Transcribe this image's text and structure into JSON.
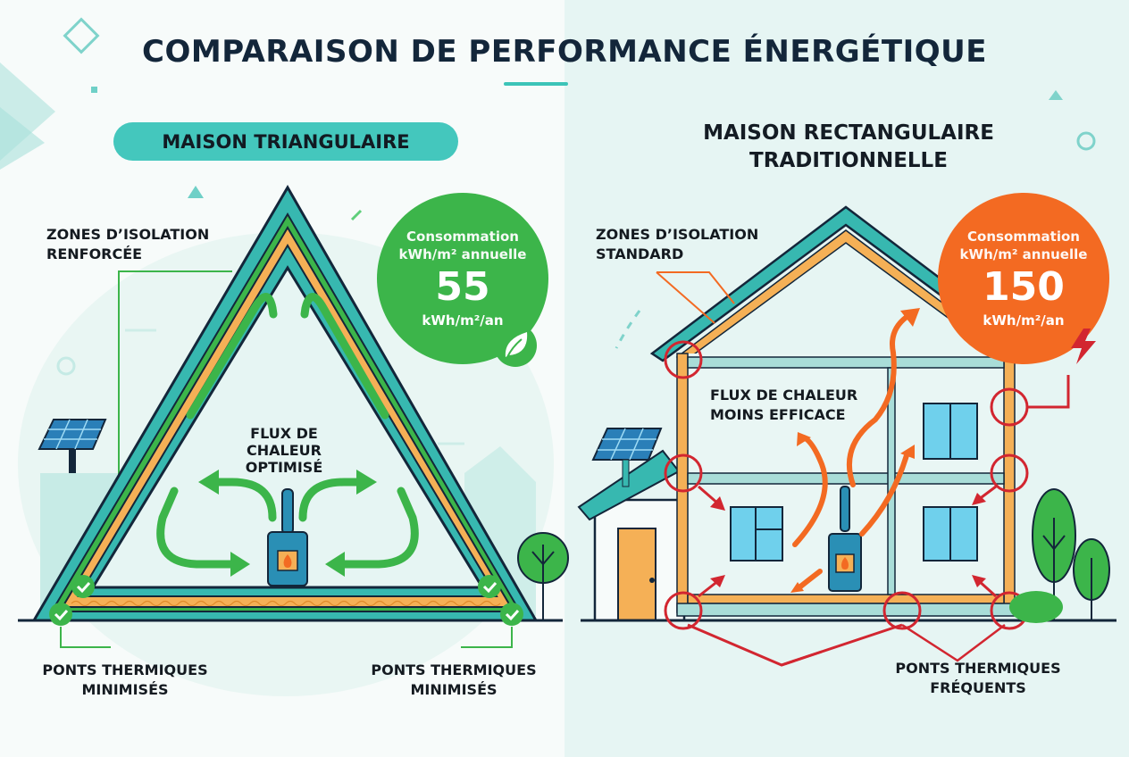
{
  "title": "COMPARAISON DE PERFORMANCE ÉNERGÉTIQUE",
  "colors": {
    "teal": "#44c7bd",
    "dark_navy": "#13263a",
    "green": "#3cb54a",
    "orange": "#f36a22",
    "red": "#d22630",
    "insulation": "#f5b056",
    "window_blue": "#6fd0ec"
  },
  "left": {
    "heading": "MAISON TRIANGULAIRE",
    "insulation_label_line1": "ZONES D’ISOLATION",
    "insulation_label_line2": "RENFORCÉE",
    "flux_line1": "FLUX DE",
    "flux_line2": "CHALEUR",
    "flux_line3": "OPTIMISÉ",
    "bridges_left_line1": "PONTS THERMIQUES",
    "bridges_left_line2": "MINIMISÉS",
    "bridges_right_line1": "PONTS THERMIQUES",
    "bridges_right_line2": "MINIMISÉS",
    "consumption": {
      "caption_line1": "Consommation",
      "caption_line2": "kWh/m² annuelle",
      "value": "55",
      "unit": "kWh/m²/an",
      "icon": "leaf-icon"
    }
  },
  "right": {
    "heading_line1": "MAISON RECTANGULAIRE",
    "heading_line2": "TRADITIONNELLE",
    "insulation_label_line1": "ZONES D’ISOLATION",
    "insulation_label_line2": "STANDARD",
    "flux_line1": "FLUX DE CHALEUR",
    "flux_line2": "MOINS EFFICACE",
    "bridges_line1": "PONTS THERMIQUES",
    "bridges_line2": "FRÉQUENTS",
    "consumption": {
      "caption_line1": "Consommation",
      "caption_line2": "kWh/m² annuelle",
      "value": "150",
      "unit": "kWh/m²/an",
      "icon": "lightning-icon"
    }
  }
}
